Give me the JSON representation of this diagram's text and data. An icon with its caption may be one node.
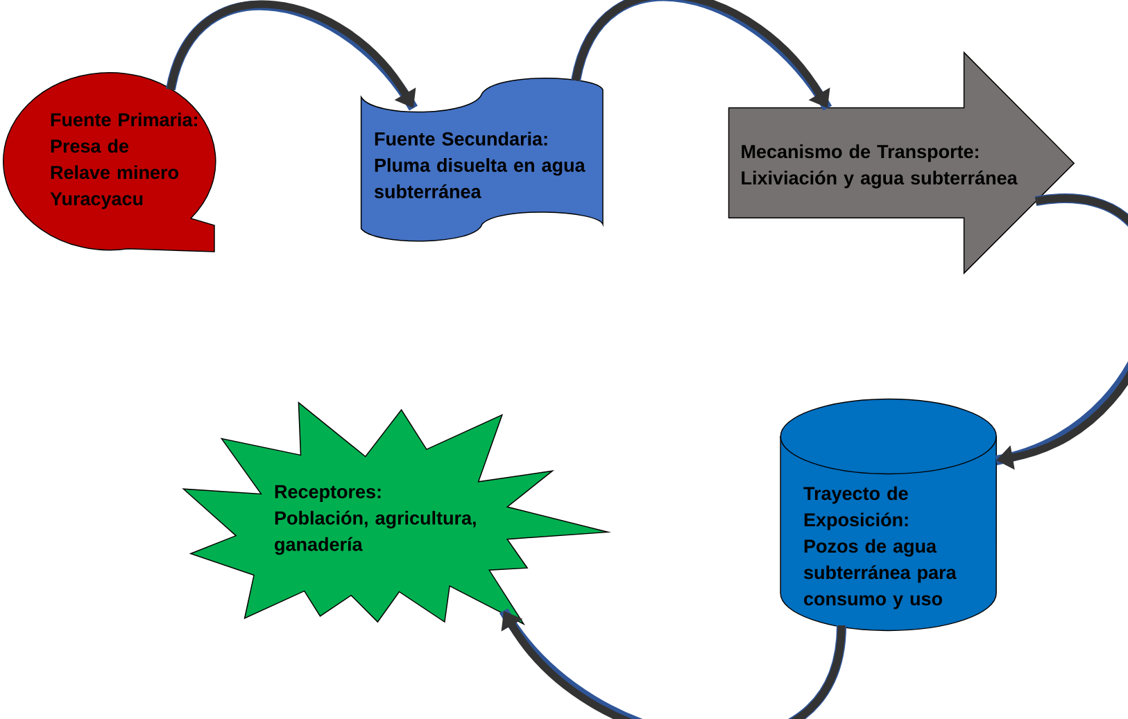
{
  "diagram": {
    "nodes": [
      {
        "text": [
          "Fuente Primaria:",
          "Presa de Relave minero Yuracyacu"
        ]
      },
      {
        "text": [
          "Fuente Secundaria:",
          "Pluma disuelta en agua subterránea"
        ]
      },
      {
        "text": [
          "Mecanismo de Transporte:",
          "Lixiviación y agua subterránea"
        ]
      },
      {
        "text": [
          "Trayecto de Exposición:",
          "Pozos de agua subterránea para consumo y uso"
        ]
      },
      {
        "text": [
          "Receptores:",
          "Población, agricultura, ganadería"
        ]
      }
    ],
    "edges": [
      {
        "from": 0,
        "to": 1,
        "arrow": "to"
      },
      {
        "from": 1,
        "to": 2,
        "arrow": "to"
      },
      {
        "from": 2,
        "to": 3,
        "arrow": "to"
      },
      {
        "from": 3,
        "to": 4,
        "arrow": "to"
      }
    ]
  }
}
